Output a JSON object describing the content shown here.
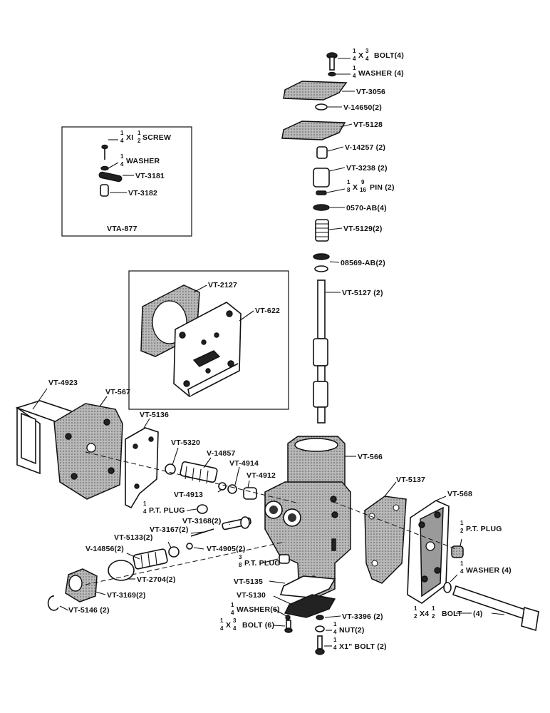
{
  "inset_small": {
    "label": "VTA-877",
    "screw": "XI",
    "screw_suffix": "SCREW",
    "washer": "WASHER",
    "part_a": "VT-3181",
    "part_b": "VT-3182"
  },
  "inset_large": {
    "part_a": "VT-2127",
    "part_b": "VT-622"
  },
  "fractions": {
    "one": "1",
    "two": "2",
    "three": "3",
    "four": "4",
    "eight": "8",
    "nine": "9",
    "sixteen": "16",
    "x": "X"
  },
  "stack": {
    "bolt": "BOLT(4)",
    "washer": "WASHER (4)",
    "p3056": "VT-3056",
    "p14650": "V-14650(2)",
    "p5128": "VT-5128",
    "p14257": "V-14257 (2)",
    "p3238": "VT-3238 (2)",
    "pin": "PIN (2)",
    "p0570": "0570-AB(4)",
    "p5129": "VT-5129(2)",
    "p08569": "08569-AB(2)",
    "p5127": "VT-5127 (2)"
  },
  "body": {
    "p566": "VT-566",
    "p4923": "VT-4923",
    "p567": "VT-567",
    "p5136": "VT-5136",
    "p5320": "VT-5320",
    "p14857": "V-14857",
    "p4914": "VT-4914",
    "p4912": "VT-4912",
    "p4913": "VT-4913",
    "pt_plug_left": "P.T. PLUG",
    "p3168": "VT-3168(2)",
    "p3167": "VT-3167(2)",
    "p5133": "VT-5133(2)",
    "p4905": "VT-4905(2)",
    "p14856": "V-14856(2)",
    "p2704": "VT-2704(2)",
    "p3169": "VT-3169(2)",
    "p5146": "VT-5146 (2)",
    "pt_plug_mid": "P.T. PLUG",
    "p5135": "VT-5135",
    "p5130": "VT-5130",
    "washer6": "WASHER(6)",
    "bolt6": "BOLT  (6)",
    "p3396": "VT-3396 (2)",
    "nut2": "NUT(2)",
    "bolt2": "X1\" BOLT (2)",
    "p5137": "VT-5137",
    "p568": "VT-568",
    "pt_plug_right": "P.T. PLUG",
    "washer4": "WASHER (4)",
    "bolt4_x": "X4",
    "bolt4": "BOLT",
    "bolt4_qty": "(4)"
  }
}
